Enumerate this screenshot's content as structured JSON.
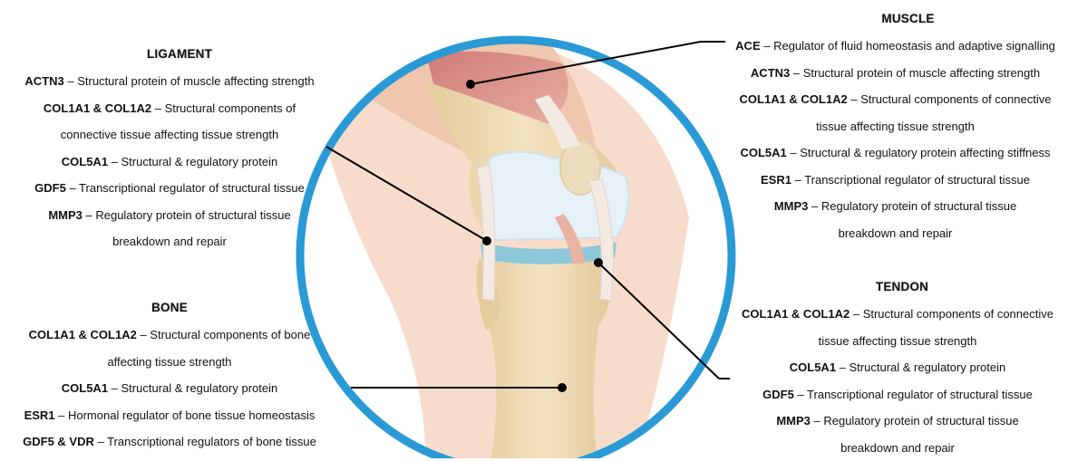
{
  "ligament": {
    "heading": "LIGAMENT",
    "items": [
      {
        "gene": "ACTN3",
        "desc": " – Structural protein of muscle affecting strength"
      },
      {
        "gene": "COL1A1 & COL1A2",
        "desc": " – Structural components of"
      },
      {
        "gene": "",
        "desc": "connective tissue affecting tissue strength"
      },
      {
        "gene": "COL5A1",
        "desc": " – Structural & regulatory protein"
      },
      {
        "gene": "GDF5",
        "desc": " – Transcriptional regulator of structural tissue"
      },
      {
        "gene": "MMP3",
        "desc": " – Regulatory protein of structural tissue"
      },
      {
        "gene": "",
        "desc": "breakdown and repair"
      }
    ]
  },
  "bone": {
    "heading": "BONE",
    "items": [
      {
        "gene": "COL1A1 & COL1A2",
        "desc": " – Structural components of bone"
      },
      {
        "gene": "",
        "desc": "affecting tissue strength"
      },
      {
        "gene": "COL5A1",
        "desc": " – Structural & regulatory protein"
      },
      {
        "gene": "ESR1",
        "desc": " – Hormonal regulator of bone tissue homeostasis"
      },
      {
        "gene": "GDF5 & VDR",
        "desc": " – Transcriptional regulators of bone tissue"
      }
    ]
  },
  "muscle": {
    "heading": "MUSCLE",
    "items": [
      {
        "gene": "ACE",
        "desc": " – Regulator of fluid homeostasis and adaptive signalling"
      },
      {
        "gene": "ACTN3",
        "desc": " – Structural protein of muscle affecting strength"
      },
      {
        "gene": "COL1A1 & COL1A2",
        "desc": " – Structural components of connective"
      },
      {
        "gene": "",
        "desc": "tissue affecting tissue strength"
      },
      {
        "gene": "COL5A1",
        "desc": " – Structural & regulatory protein affecting stiffness"
      },
      {
        "gene": "ESR1",
        "desc": " – Transcriptional regulator of structural tissue"
      },
      {
        "gene": "MMP3",
        "desc": " – Regulatory protein of structural tissue"
      },
      {
        "gene": "",
        "desc": "breakdown and repair"
      }
    ]
  },
  "tendon": {
    "heading": "TENDON",
    "items": [
      {
        "gene": "COL1A1 & COL1A2",
        "desc": " – Structural components of connective"
      },
      {
        "gene": "",
        "desc": "tissue affecting tissue strength"
      },
      {
        "gene": "COL5A1",
        "desc": " – Structural & regulatory protein"
      },
      {
        "gene": "GDF5",
        "desc": " – Transcriptional regulator of structural tissue"
      },
      {
        "gene": "MMP3",
        "desc": " – Regulatory protein of structural tissue"
      },
      {
        "gene": "",
        "desc": "breakdown and repair"
      }
    ]
  },
  "colors": {
    "ring": "#2a9ad6",
    "skin": "#f7d9c7",
    "bone": "#ecd8b0",
    "muscle": "#d98c86",
    "cartilage": "#dcecf5",
    "meniscus": "#8cc8da"
  }
}
